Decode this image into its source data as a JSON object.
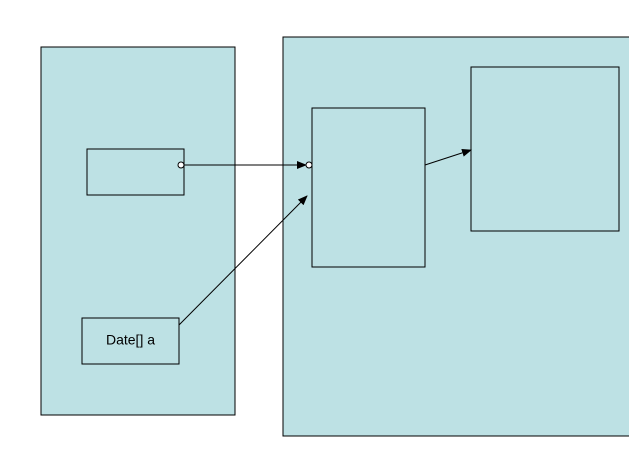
{
  "diagram": {
    "colors": {
      "region_fill": "#bde1e4",
      "stroke": "#000000",
      "background": "#ffffff"
    },
    "regions": [
      {
        "id": "left-region"
      },
      {
        "id": "right-region"
      }
    ],
    "boxes": [
      {
        "id": "reference-box",
        "label": ""
      },
      {
        "id": "array-variable-box",
        "label": "Date[] a"
      },
      {
        "id": "array-object-box",
        "label": ""
      },
      {
        "id": "date-object-box",
        "label": ""
      }
    ],
    "connections": [
      {
        "from": "reference-box",
        "to": "array-object-box"
      },
      {
        "from": "array-variable-box",
        "to": "array-object-box"
      },
      {
        "from": "array-object-box",
        "to": "date-object-box"
      }
    ]
  }
}
